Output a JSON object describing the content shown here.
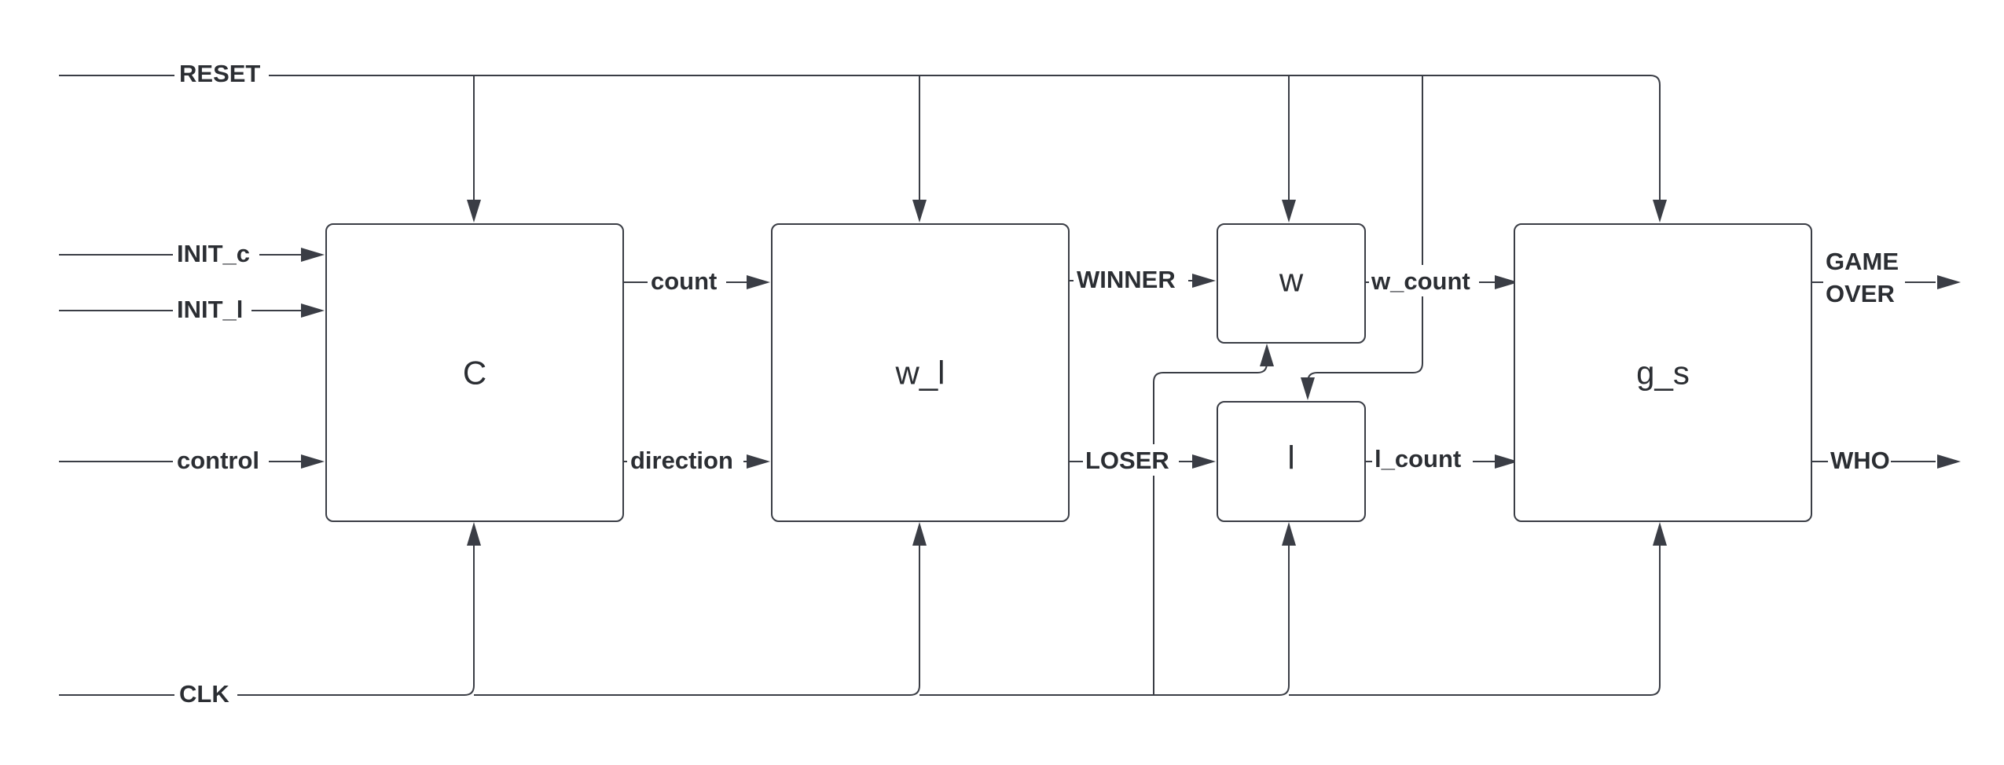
{
  "blocks": {
    "c": "C",
    "w_l": "w_l",
    "w": "w",
    "l": "l",
    "g_s": "g_s"
  },
  "signals": {
    "reset": "RESET",
    "clk": "CLK",
    "init_c": "INIT_c",
    "init_l": "INIT_l",
    "control": "control",
    "count": "count",
    "direction": "direction",
    "winner": "WINNER",
    "loser": "LOSER",
    "w_count": "w_count",
    "l_count": "l_count",
    "game_over_line1": "GAME",
    "game_over_line2": "OVER",
    "who": "WHO"
  },
  "colors": {
    "stroke": "#3a3d45",
    "text": "#2b2e33",
    "background": "#ffffff"
  }
}
